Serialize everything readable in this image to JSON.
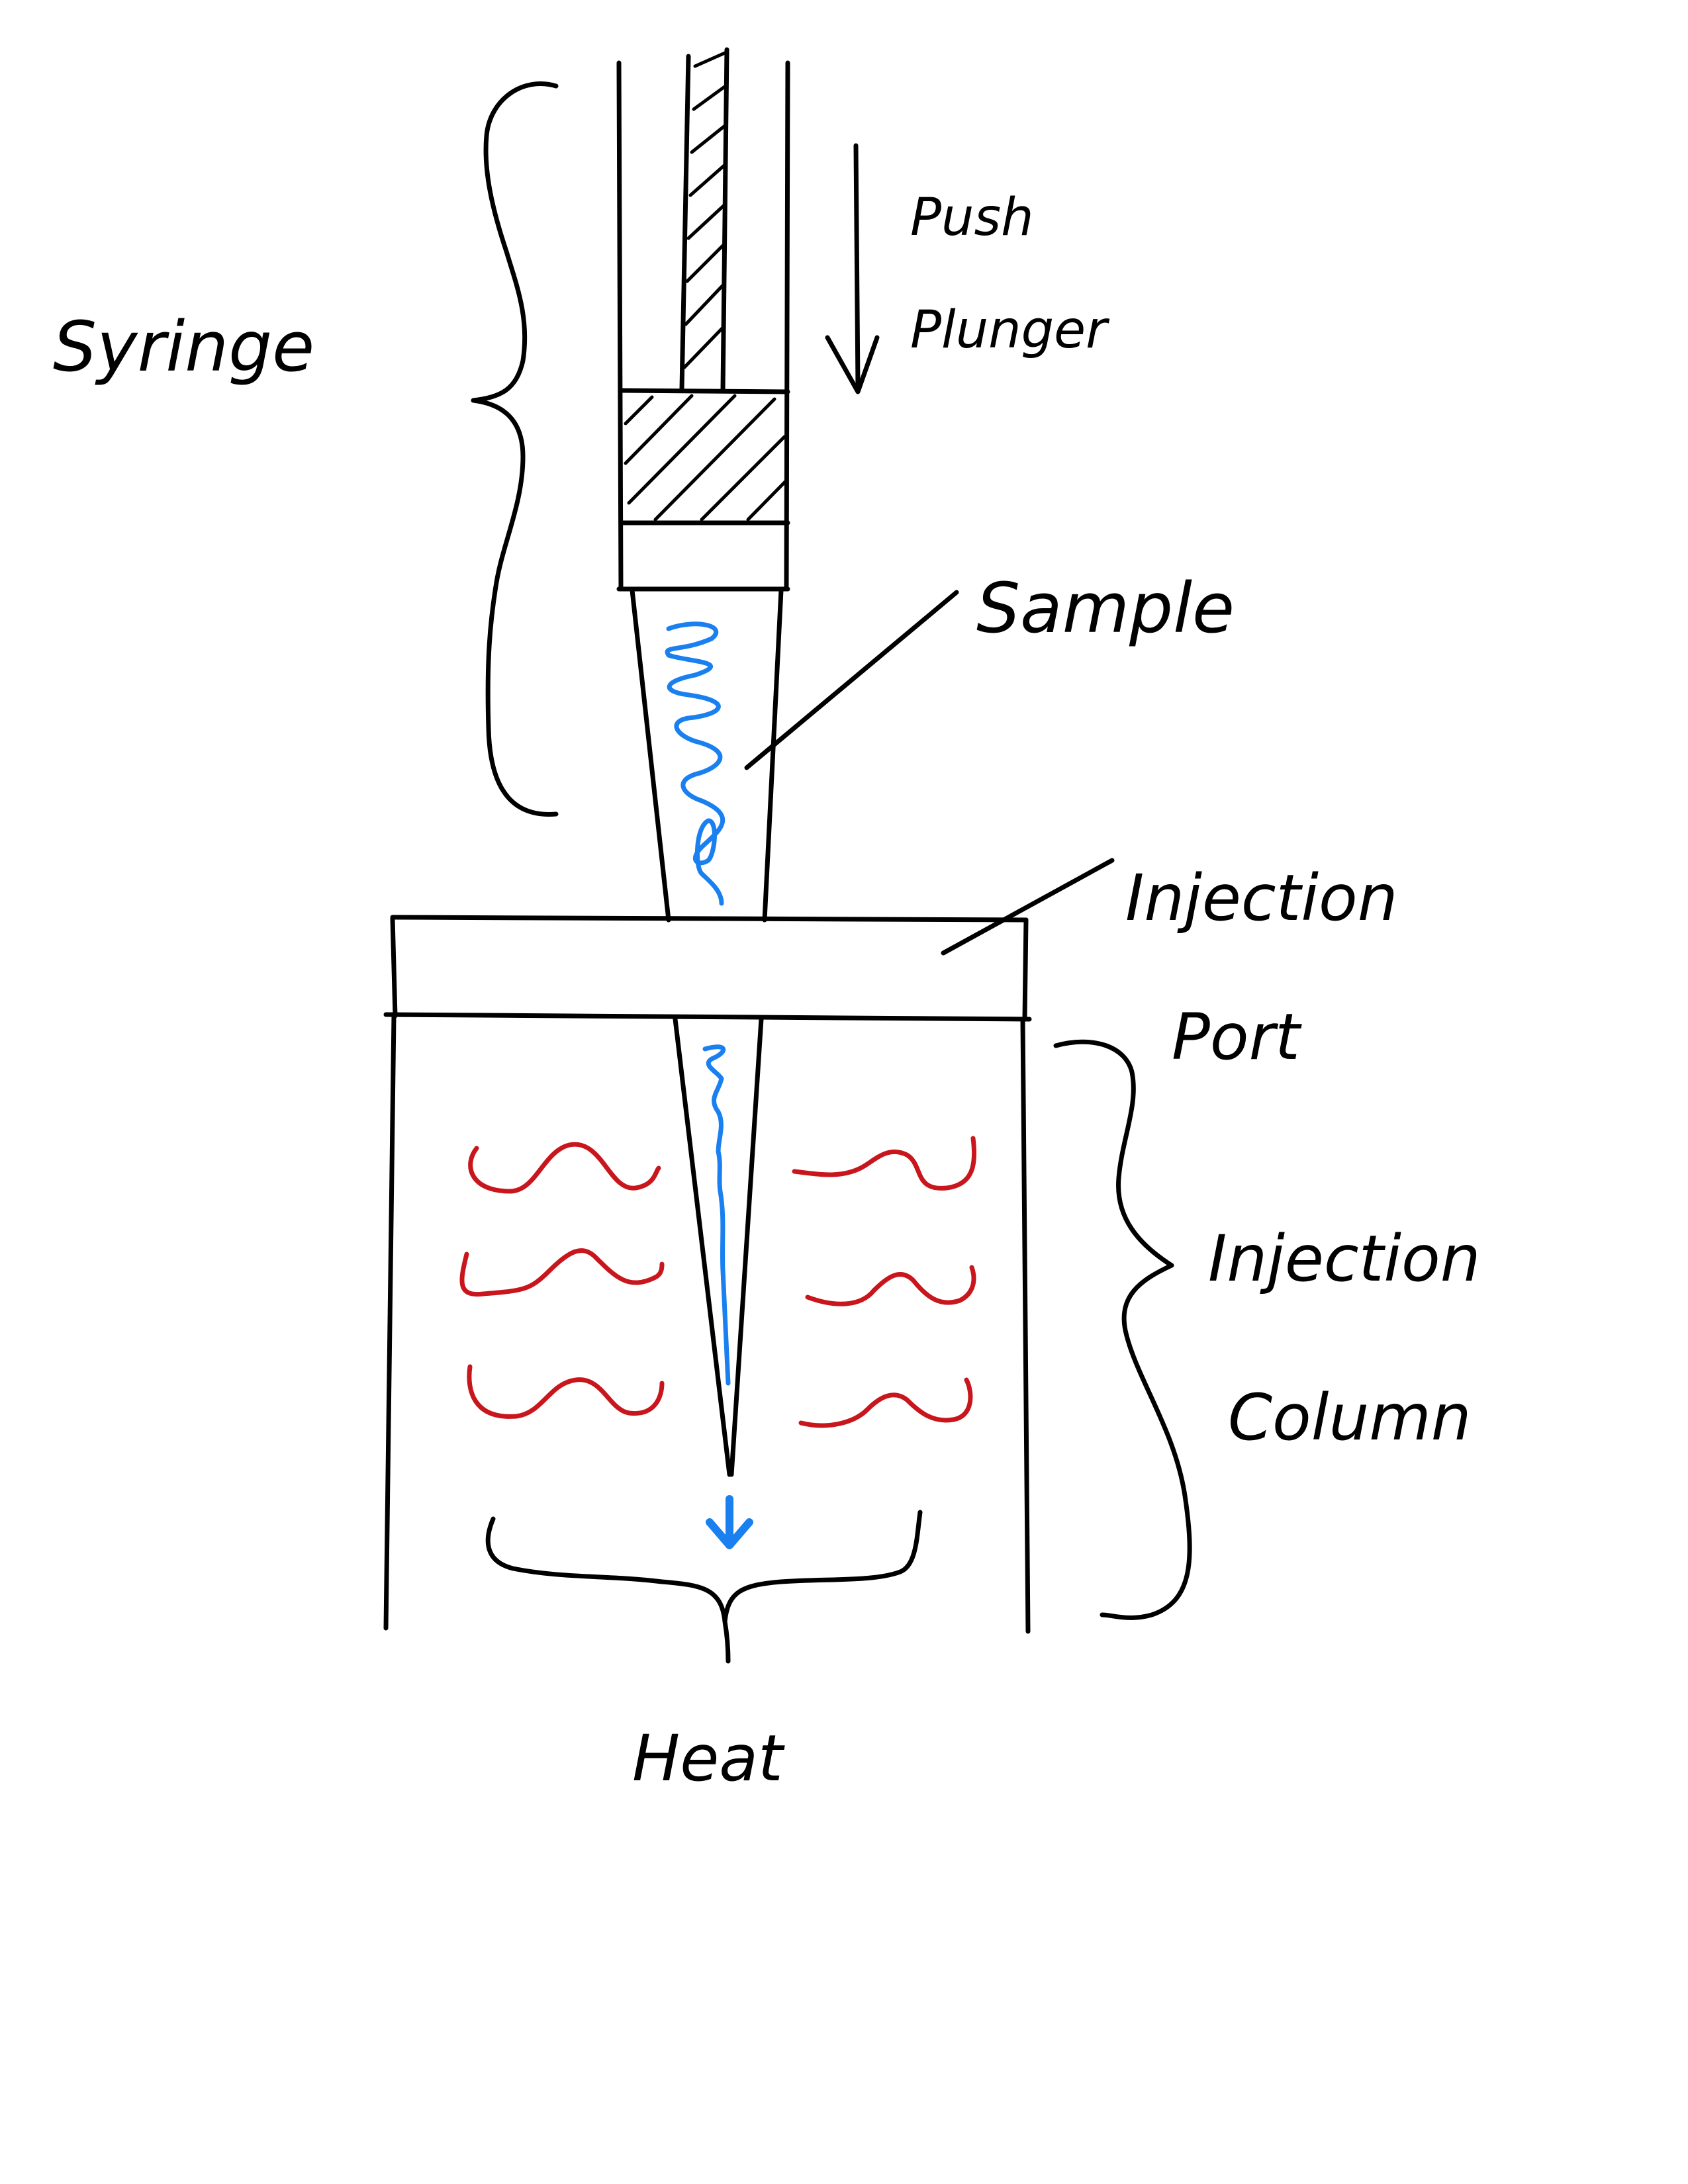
{
  "labels": {
    "syringe": "Syringe",
    "push": "Push",
    "plunger": "Plunger",
    "sample": "Sample",
    "injection_port_line1": "Injection",
    "injection_port_line2": "Port",
    "injection_column_line1": "Injection",
    "injection_column_line2": "Column",
    "heat": "Heat"
  },
  "colors": {
    "ink": "#000000",
    "sample": "#1a80f0",
    "heat_waves": "#c8161c",
    "background": "#ffffff"
  }
}
